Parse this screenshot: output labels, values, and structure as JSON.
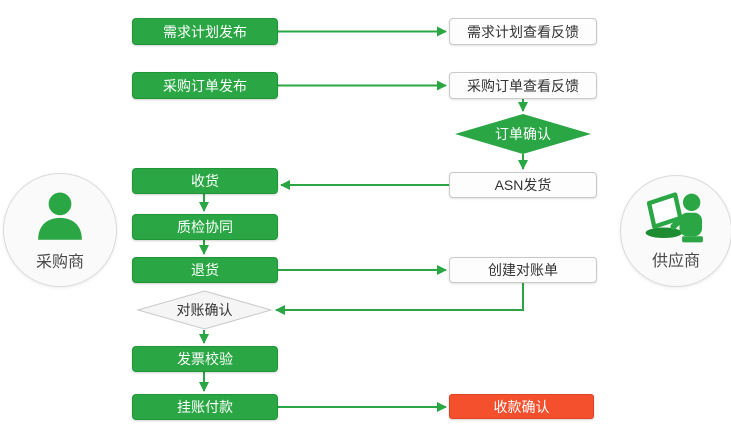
{
  "palette": {
    "green": "#2AA744",
    "green_border": "#1E9638",
    "green_dark": "#1E8C30",
    "red": "#F4502E",
    "white_box_bg": "#FDFDFD",
    "white_box_border": "#C9C9C9",
    "diamond_bg": "#F5F5F5",
    "diamond_border": "#C9C9C9",
    "circle_bg": "#FAFAFA",
    "circle_border": "#DBDBDB",
    "text_dark": "#333333"
  },
  "actors": {
    "buyer": {
      "label": "采购商"
    },
    "supplier": {
      "label": "供应商"
    }
  },
  "buyer_flow": {
    "demand_publish": "需求计划发布",
    "po_publish": "采购订单发布",
    "receive": "收货",
    "quality_collab": "质检协同",
    "return_goods": "退货",
    "recon_confirm": "对账确认",
    "invoice_check": "发票校验",
    "book_payment": "挂账付款"
  },
  "supplier_flow": {
    "demand_feedback": "需求计划查看反馈",
    "po_feedback": "采购订单查看反馈",
    "order_confirm": "订单确认",
    "asn_ship": "ASN发货",
    "create_statement": "创建对账单",
    "receipt_confirm": "收款确认"
  }
}
